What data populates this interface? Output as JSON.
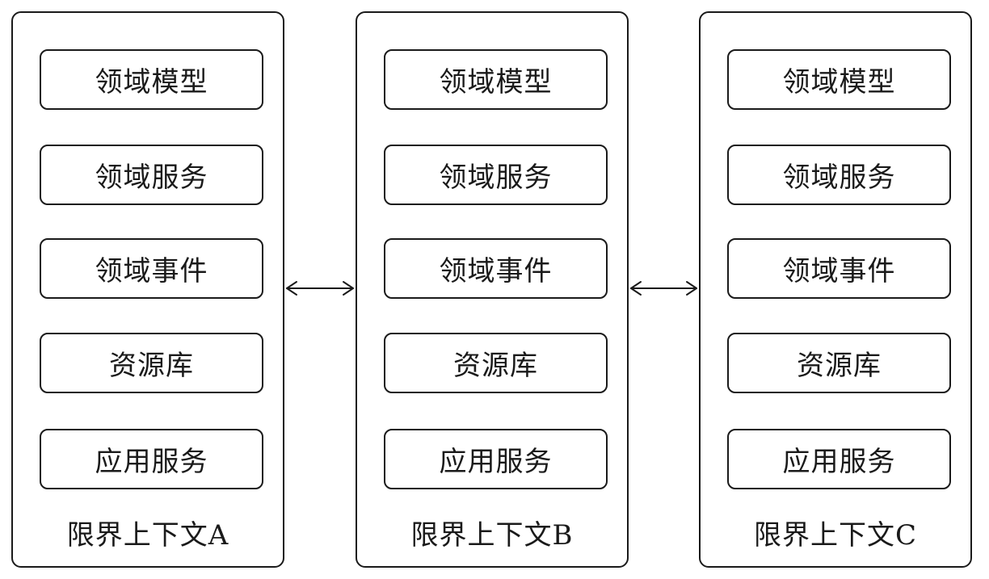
{
  "contexts": [
    {
      "label": "限界上下文A",
      "modules": [
        "领域模型",
        "领域服务",
        "领域事件",
        "资源库",
        "应用服务"
      ]
    },
    {
      "label": "限界上下文B",
      "modules": [
        "领域模型",
        "领域服务",
        "领域事件",
        "资源库",
        "应用服务"
      ]
    },
    {
      "label": "限界上下文C",
      "modules": [
        "领域模型",
        "领域服务",
        "领域事件",
        "资源库",
        "应用服务"
      ]
    }
  ],
  "connections": [
    {
      "from": "限界上下文A",
      "to": "限界上下文B",
      "style": "bidirectional-arrow"
    },
    {
      "from": "限界上下文B",
      "to": "限界上下文C",
      "style": "bidirectional-arrow"
    }
  ]
}
